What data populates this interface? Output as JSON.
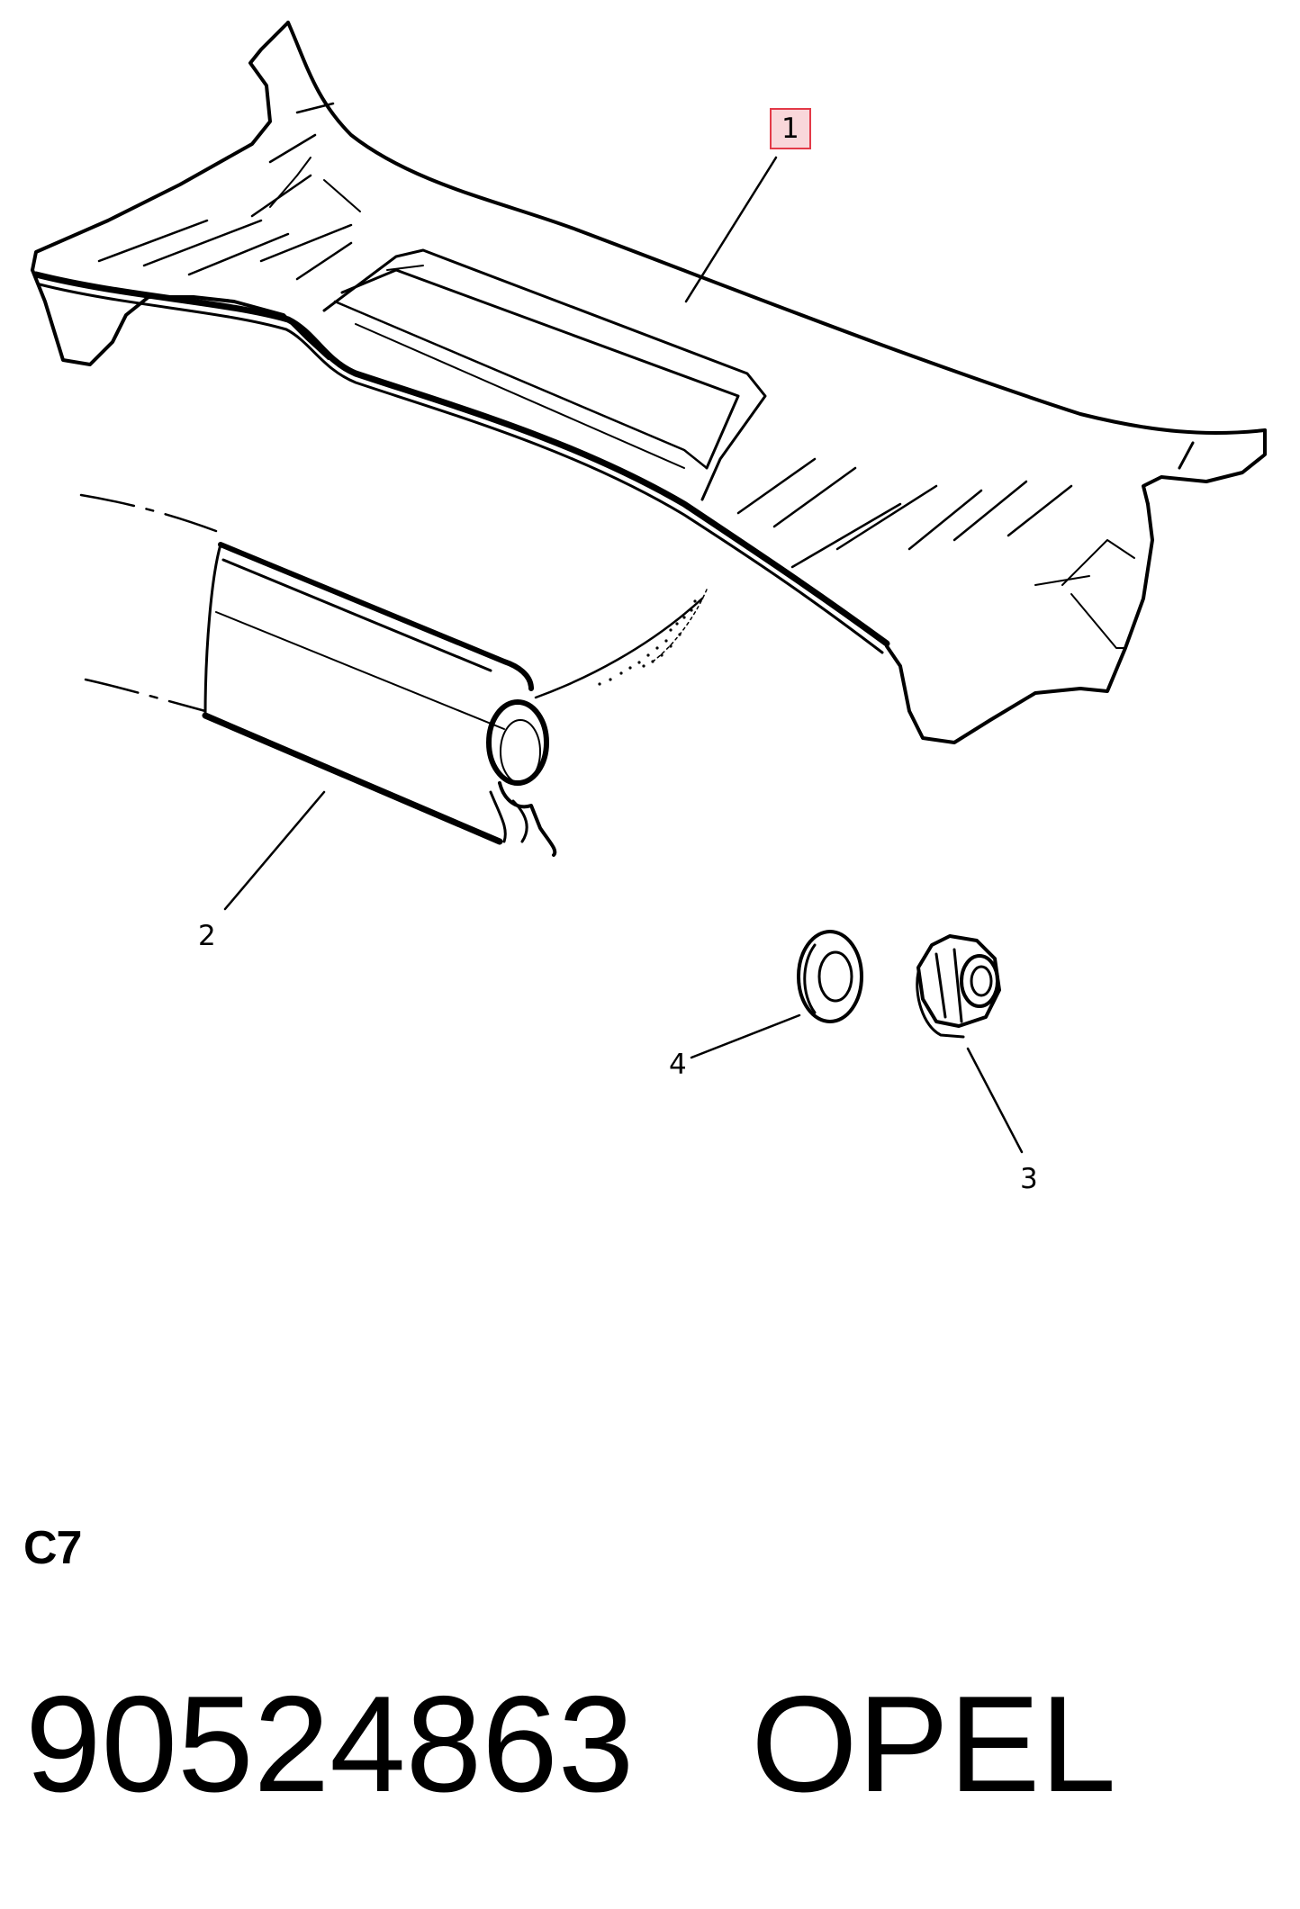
{
  "callouts": [
    {
      "label": "1",
      "highlighted": true
    },
    {
      "label": "2",
      "highlighted": false
    },
    {
      "label": "3",
      "highlighted": false
    },
    {
      "label": "4",
      "highlighted": false
    }
  ],
  "section_code": "C7",
  "part": {
    "number": "90524863",
    "brand": "OPEL"
  },
  "colors": {
    "highlight_border": "#e33a48",
    "highlight_fill": "#f9d7da",
    "ink": "#000000"
  }
}
